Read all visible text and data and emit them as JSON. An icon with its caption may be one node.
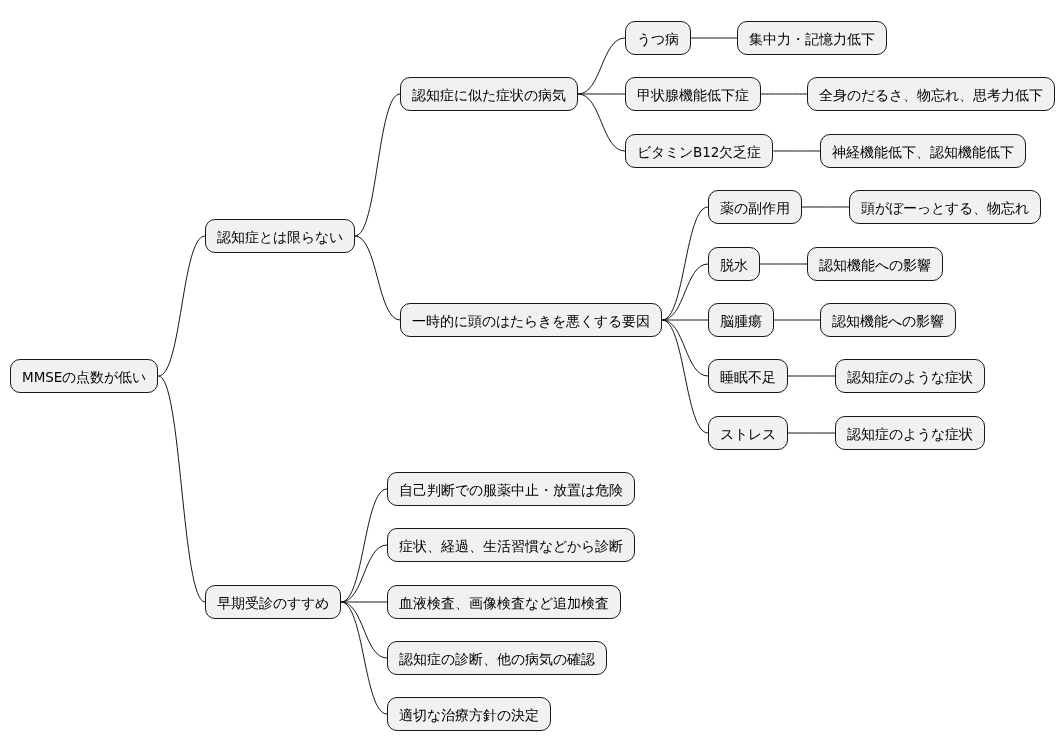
{
  "diagram": {
    "nodes": [
      {
        "text": [
          "MMSEの点数が低い"
        ]
      },
      {
        "text": [
          "認知症とは限らない"
        ]
      },
      {
        "text": [
          "早期受診のすすめ"
        ]
      },
      {
        "text": [
          "認知症に似た症状の病気"
        ]
      },
      {
        "text": [
          "一時的に頭のはたらきを悪くする要因"
        ]
      },
      {
        "text": [
          "うつ病"
        ]
      },
      {
        "text": [
          "集中力・記憶力低下"
        ]
      },
      {
        "text": [
          "甲状腺機能低下症"
        ]
      },
      {
        "text": [
          "全身のだるさ、物忘れ、思考力低下"
        ]
      },
      {
        "text": [
          "ビタミンB12欠乏症"
        ]
      },
      {
        "text": [
          "神経機能低下、認知機能低下"
        ]
      },
      {
        "text": [
          "薬の副作用"
        ]
      },
      {
        "text": [
          "頭がぼーっとする、物忘れ"
        ]
      },
      {
        "text": [
          "脱水"
        ]
      },
      {
        "text": [
          "認知機能への影響"
        ]
      },
      {
        "text": [
          "脳腫瘍"
        ]
      },
      {
        "text": [
          "認知機能への影響"
        ]
      },
      {
        "text": [
          "睡眠不足"
        ]
      },
      {
        "text": [
          "認知症のような症状"
        ]
      },
      {
        "text": [
          "ストレス"
        ]
      },
      {
        "text": [
          "認知症のような症状"
        ]
      },
      {
        "text": [
          "自己判断での服薬中止・放置は危険"
        ]
      },
      {
        "text": [
          "症状、経過、生活習慣などから診断"
        ]
      },
      {
        "text": [
          "血液検査、画像検査など追加検査"
        ]
      },
      {
        "text": [
          "認知症の診断、他の病気の確認"
        ]
      },
      {
        "text": [
          "適切な治療方針の決定"
        ]
      }
    ],
    "edges": [
      {
        "from": 0,
        "to": 1,
        "arrow": "none"
      },
      {
        "from": 0,
        "to": 2,
        "arrow": "none"
      },
      {
        "from": 1,
        "to": 3,
        "arrow": "none"
      },
      {
        "from": 1,
        "to": 4,
        "arrow": "none"
      },
      {
        "from": 3,
        "to": 5,
        "arrow": "none"
      },
      {
        "from": 5,
        "to": 6,
        "arrow": "none"
      },
      {
        "from": 3,
        "to": 7,
        "arrow": "none"
      },
      {
        "from": 7,
        "to": 8,
        "arrow": "none"
      },
      {
        "from": 3,
        "to": 9,
        "arrow": "none"
      },
      {
        "from": 9,
        "to": 10,
        "arrow": "none"
      },
      {
        "from": 4,
        "to": 11,
        "arrow": "none"
      },
      {
        "from": 11,
        "to": 12,
        "arrow": "none"
      },
      {
        "from": 4,
        "to": 13,
        "arrow": "none"
      },
      {
        "from": 13,
        "to": 14,
        "arrow": "none"
      },
      {
        "from": 4,
        "to": 15,
        "arrow": "none"
      },
      {
        "from": 15,
        "to": 16,
        "arrow": "none"
      },
      {
        "from": 4,
        "to": 17,
        "arrow": "none"
      },
      {
        "from": 17,
        "to": 18,
        "arrow": "none"
      },
      {
        "from": 4,
        "to": 19,
        "arrow": "none"
      },
      {
        "from": 19,
        "to": 20,
        "arrow": "none"
      },
      {
        "from": 2,
        "to": 21,
        "arrow": "none"
      },
      {
        "from": 2,
        "to": 22,
        "arrow": "none"
      },
      {
        "from": 2,
        "to": 23,
        "arrow": "none"
      },
      {
        "from": 2,
        "to": 24,
        "arrow": "none"
      },
      {
        "from": 2,
        "to": 25,
        "arrow": "none"
      }
    ]
  }
}
